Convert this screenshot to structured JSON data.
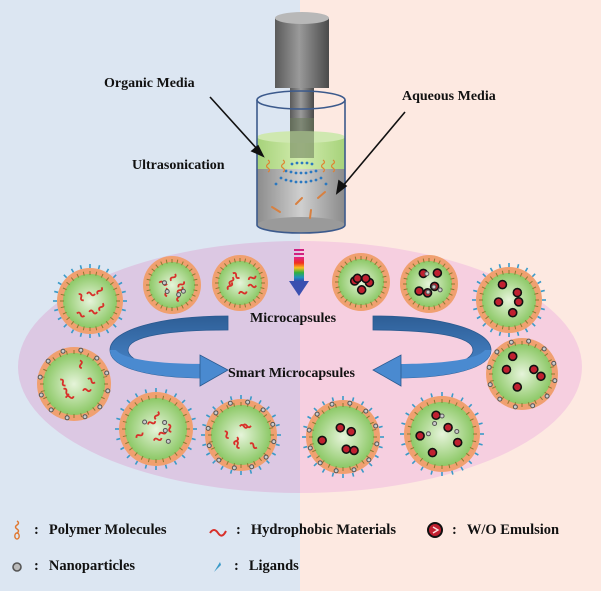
{
  "labels": {
    "organic_media": "Organic Media",
    "aqueous_media": "Aqueous Media",
    "ultrasonication": "Ultrasonication",
    "microcapsules": "Microcapsules",
    "smart_microcapsules": "Smart Microcapsules"
  },
  "legend": {
    "separator": ":",
    "items": [
      {
        "icon": "polymer-molecule-icon",
        "label": "Polymer Molecules"
      },
      {
        "icon": "hydrophobic-material-icon",
        "label": "Hydrophobic Materials"
      },
      {
        "icon": "wo-emulsion-icon",
        "label": "W/O Emulsion"
      },
      {
        "icon": "nanoparticle-icon",
        "label": "Nanoparticles"
      },
      {
        "icon": "ligand-icon",
        "label": "Ligands"
      }
    ]
  },
  "colors": {
    "left_bg": "#dce6f2",
    "right_bg": "#fde9e1",
    "ellipse_left": "#dcc8e3",
    "ellipse_right": "#f6cfe0",
    "capsule_core": "#a8d88a",
    "capsule_shell": "#f0a070",
    "hydrophobic": "#d8302a",
    "emulsion": "#c02030",
    "nanoparticle": "#777777",
    "ligand": "#3a9ac8",
    "curved_arrow": "#3f7fc0",
    "organic_layer": "#b5dc8c",
    "aqueous_layer": "#a8a8a8"
  },
  "capsules": [
    {
      "side": "left",
      "content": "hydrophobic",
      "nanoparticles": "none",
      "ligands": true
    },
    {
      "side": "left",
      "content": "hydrophobic",
      "nanoparticles": "inside",
      "ligands": false
    },
    {
      "side": "left",
      "content": "hydrophobic",
      "nanoparticles": "none",
      "ligands": false
    },
    {
      "side": "left",
      "content": "hydrophobic",
      "nanoparticles": "shell",
      "ligands": false
    },
    {
      "side": "left",
      "content": "hydrophobic",
      "nanoparticles": "inside",
      "ligands": true
    },
    {
      "side": "left",
      "content": "hydrophobic",
      "nanoparticles": "shell",
      "ligands": true
    },
    {
      "side": "right",
      "content": "emulsion",
      "nanoparticles": "none",
      "ligands": false
    },
    {
      "side": "right",
      "content": "emulsion",
      "nanoparticles": "inside",
      "ligands": false
    },
    {
      "side": "right",
      "content": "emulsion",
      "nanoparticles": "none",
      "ligands": true
    },
    {
      "side": "right",
      "content": "emulsion",
      "nanoparticles": "shell",
      "ligands": false
    },
    {
      "side": "right",
      "content": "emulsion",
      "nanoparticles": "inside",
      "ligands": true
    },
    {
      "side": "right",
      "content": "emulsion",
      "nanoparticles": "shell",
      "ligands": true
    }
  ]
}
